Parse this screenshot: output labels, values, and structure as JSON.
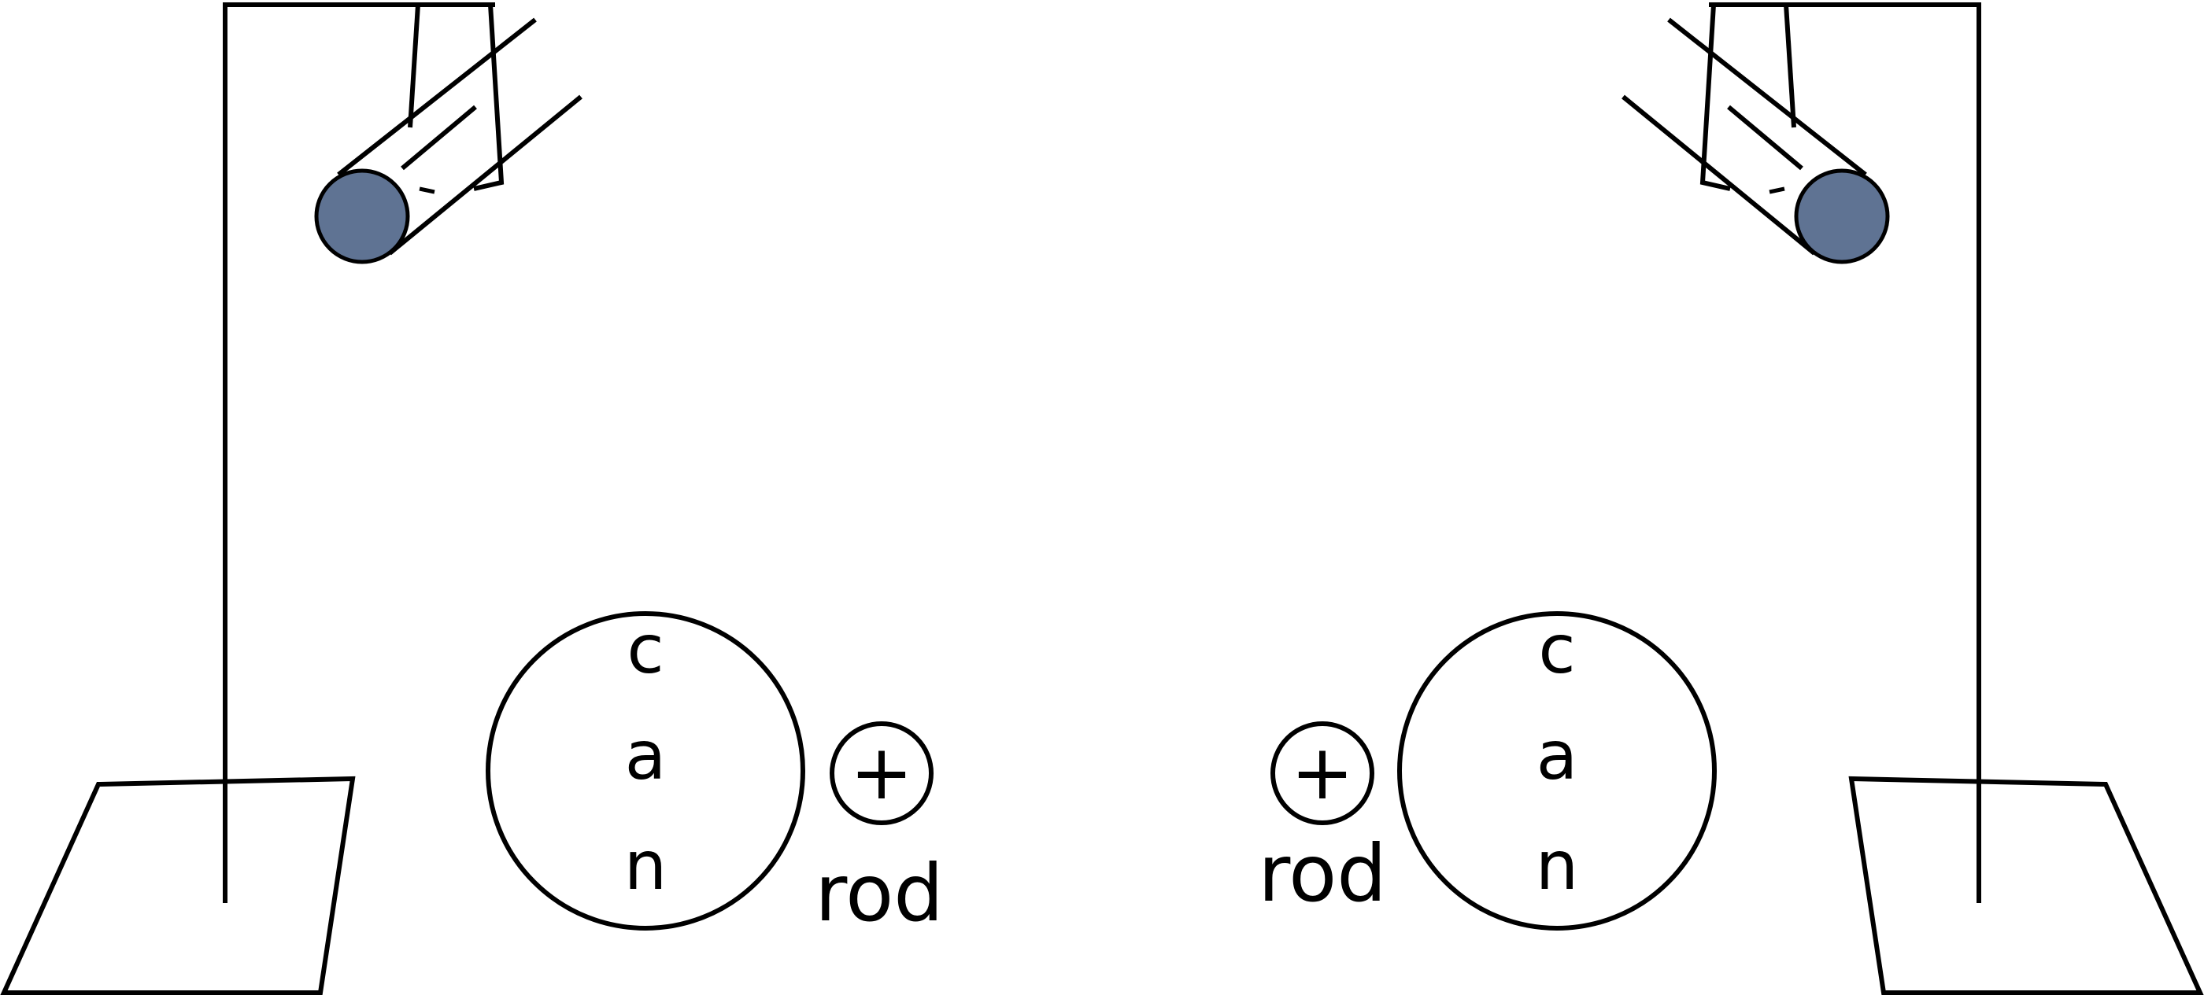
{
  "colors": {
    "line": "#000000",
    "pendulum_ball": "#5f7393",
    "background": "#ffffff"
  },
  "left_setup": {
    "can_letters": [
      "c",
      "a",
      "n"
    ],
    "rod_charge": "+",
    "rod_label": "rod"
  },
  "right_setup": {
    "can_letters": [
      "c",
      "a",
      "n"
    ],
    "rod_charge": "+",
    "rod_label": "rod"
  }
}
